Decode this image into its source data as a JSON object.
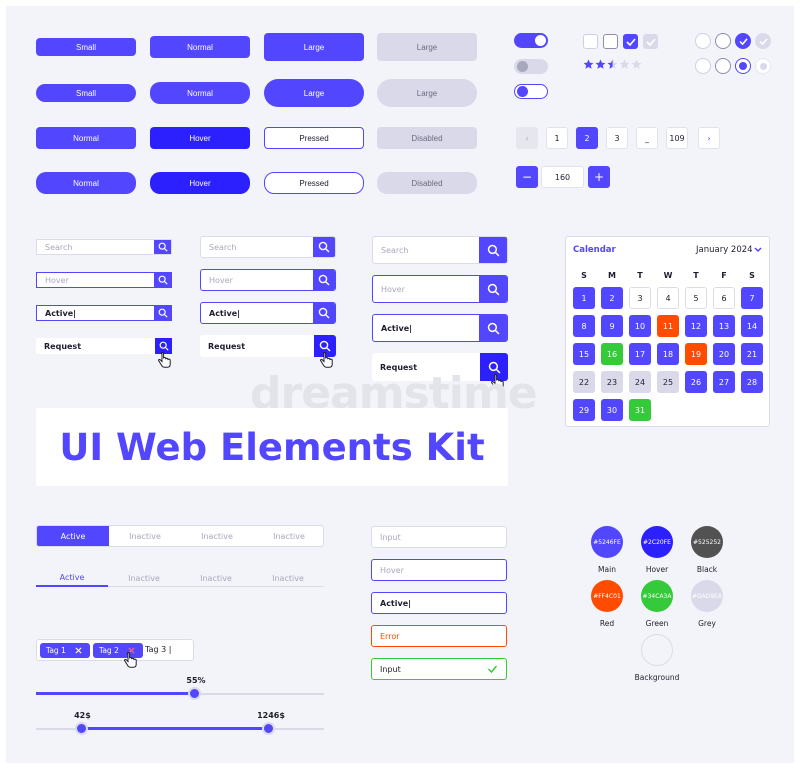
{
  "colors": {
    "main": "#5246FE",
    "hover": "#2C20FE",
    "black": "#525252",
    "red": "#FF4C01",
    "green": "#34CA3A",
    "grey": "#DAD9EA"
  },
  "buttons": {
    "row1": [
      "Small",
      "Normal",
      "Large",
      "Large"
    ],
    "row2": [
      "Small",
      "Normal",
      "Large",
      "Large"
    ],
    "row3": [
      "Normal",
      "Hover",
      "Pressed",
      "Disabled"
    ],
    "row4": [
      "Normal",
      "Hover",
      "Pressed",
      "Disabled"
    ]
  },
  "pagination": {
    "prev": "‹",
    "next": "›",
    "pages": [
      "1",
      "2",
      "3",
      "_",
      "109"
    ],
    "active": "2"
  },
  "stepper": {
    "minus": "−",
    "value": "160",
    "plus": "+"
  },
  "rating": {
    "value": 2.5,
    "max": 5
  },
  "search_small": [
    "Search",
    "Hover",
    "Active|",
    "Request"
  ],
  "search_medium": [
    "Search",
    "Hover",
    "Active|",
    "Request"
  ],
  "search_large": [
    "Search",
    "Hover",
    "Active|",
    "Request"
  ],
  "calendar": {
    "title": "Calendar",
    "month": "January 2024",
    "weekdays": [
      "S",
      "M",
      "T",
      "W",
      "T",
      "F",
      "S"
    ],
    "days": [
      [
        "1",
        "main"
      ],
      [
        "2",
        "main"
      ],
      [
        "3",
        "white"
      ],
      [
        "4",
        "white"
      ],
      [
        "5",
        "white"
      ],
      [
        "6",
        "white"
      ],
      [
        "7",
        "main"
      ],
      [
        "8",
        "main"
      ],
      [
        "9",
        "main"
      ],
      [
        "10",
        "main"
      ],
      [
        "11",
        "red"
      ],
      [
        "12",
        "main"
      ],
      [
        "13",
        "main"
      ],
      [
        "14",
        "main"
      ],
      [
        "15",
        "main"
      ],
      [
        "16",
        "green"
      ],
      [
        "17",
        "main"
      ],
      [
        "18",
        "main"
      ],
      [
        "19",
        "red"
      ],
      [
        "20",
        "main"
      ],
      [
        "21",
        "main"
      ],
      [
        "22",
        "grey"
      ],
      [
        "23",
        "grey"
      ],
      [
        "24",
        "grey"
      ],
      [
        "25",
        "grey"
      ],
      [
        "26",
        "main"
      ],
      [
        "27",
        "main"
      ],
      [
        "28",
        "main"
      ],
      [
        "29",
        "main"
      ],
      [
        "30",
        "main"
      ],
      [
        "31",
        "green"
      ]
    ]
  },
  "banner": {
    "title": "UI Web Elements Kit"
  },
  "tabs1": [
    "Active",
    "Inactive",
    "Inactive",
    "Inactive"
  ],
  "tabs2": [
    "Active",
    "Inactive",
    "Inactive",
    "Inactive"
  ],
  "tags": {
    "items": [
      "Tag 1",
      "Tag 2"
    ],
    "typing": "Tag 3 |"
  },
  "slider1": {
    "value": 55,
    "label": "55%"
  },
  "slider2": {
    "min_value": 42,
    "max_value": 1246,
    "min_label": "42$",
    "max_label": "1246$"
  },
  "inputs": [
    "Input",
    "Hover",
    "Active|",
    "Error",
    "Input"
  ],
  "swatches": [
    {
      "hex": "#5246FE",
      "label": "Main"
    },
    {
      "hex": "#2C20FE",
      "label": "Hover"
    },
    {
      "hex": "#525252",
      "label": "Black"
    },
    {
      "hex": "#FF4C01",
      "label": "Red"
    },
    {
      "hex": "#34CA3A",
      "label": "Green"
    },
    {
      "hex": "#DAD9EA",
      "label": "Grey"
    },
    {
      "hex": "",
      "label": "Background"
    }
  ]
}
